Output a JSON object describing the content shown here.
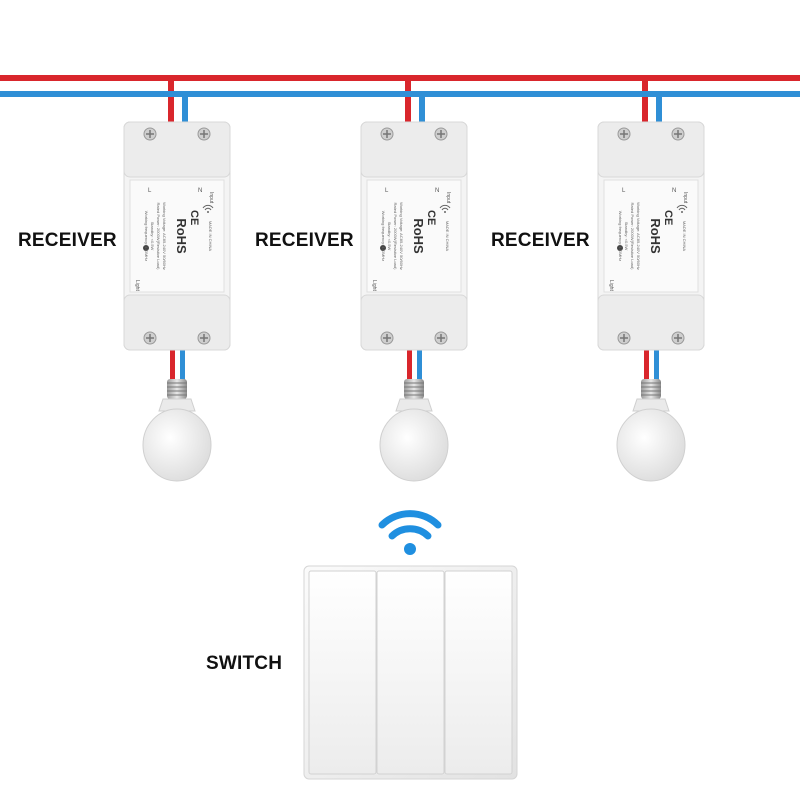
{
  "receivers": [
    {
      "label": "RECEIVER",
      "device_text": {
        "rohs": "RoHS",
        "ce": "CE",
        "made_in": "MADE IN CHINA",
        "input": "Input",
        "output": "Light",
        "l": "L",
        "n": "N",
        "spec": [
          "Working Voltage: AC85-240V 50/60Hz",
          "Rated Power: 2000W(Resistive Load)",
          "Standby: <0.5W",
          "Working frequency: 433MHz"
        ]
      }
    },
    {
      "label": "RECEIVER",
      "device_text": {
        "rohs": "RoHS",
        "ce": "CE",
        "made_in": "MADE IN CHINA",
        "input": "Input",
        "output": "Light",
        "l": "L",
        "n": "N",
        "spec": [
          "Working Voltage: AC85-240V 50/60Hz",
          "Rated Power: 2000W(Resistive Load)",
          "Standby: <0.5W",
          "Working frequency: 433MHz"
        ]
      }
    },
    {
      "label": "RECEIVER",
      "device_text": {
        "rohs": "RoHS",
        "ce": "CE",
        "made_in": "MADE IN CHINA",
        "input": "Input",
        "output": "Light",
        "l": "L",
        "n": "N",
        "spec": [
          "Working Voltage: AC85-240V 50/60Hz",
          "Rated Power: 2000W(Resistive Load)",
          "Standby: <0.5W",
          "Working frequency: 433MHz"
        ]
      }
    }
  ],
  "switch": {
    "label": "SWITCH",
    "gang_count": 3
  },
  "colors": {
    "live_wire": "#d9262c",
    "neutral_wire": "#2f8fd6",
    "signal": "#1f8fe0",
    "module_body": "#f4f4f4",
    "switch_plate": "#f2f2f2"
  },
  "icons": {
    "signal": "wifi-signal-icon",
    "load": "light-bulb-icon",
    "wireless_mark": "wireless-mark-icon"
  }
}
